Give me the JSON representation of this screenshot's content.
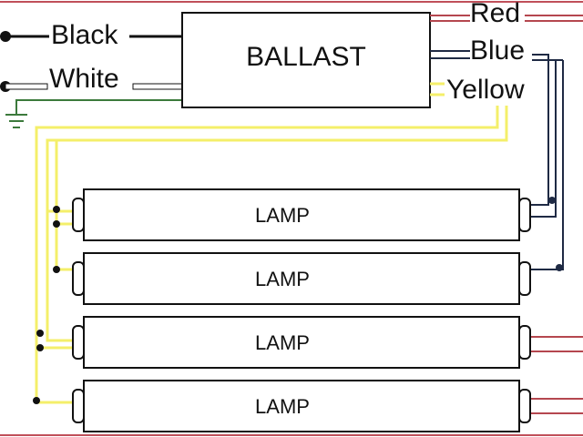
{
  "ballast": {
    "label": "BALLAST"
  },
  "wires": {
    "black": {
      "label": "Black",
      "color": "#1a1a1a"
    },
    "white": {
      "label": "White",
      "color": "#ffffff"
    },
    "red": {
      "label": "Red",
      "color": "#b5474f"
    },
    "blue": {
      "label": "Blue",
      "color": "#1f2a44"
    },
    "yellow": {
      "label": "Yellow",
      "color": "#f4ef6a"
    },
    "ground": {
      "color": "#3c7a3c"
    }
  },
  "lamps": [
    {
      "label": "LAMP"
    },
    {
      "label": "LAMP"
    },
    {
      "label": "LAMP"
    },
    {
      "label": "LAMP"
    }
  ]
}
